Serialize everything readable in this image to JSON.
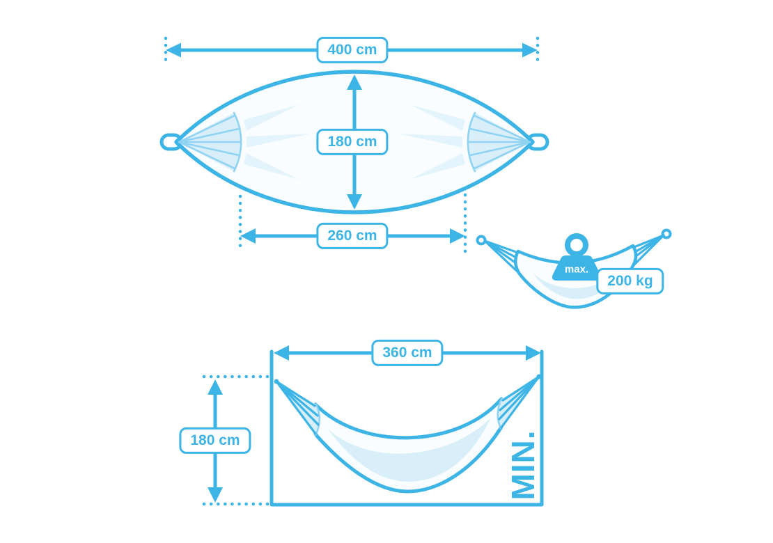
{
  "diagram": {
    "type": "hammock-dimension-diagram",
    "colors": {
      "primary": "#3CB4E5",
      "light_fill": "#D8EFFA",
      "fan_line": "#8FD2F1",
      "label_background": "#FFFFFF"
    },
    "flat_view": {
      "total_length_label": "400 cm",
      "width_label": "180 cm",
      "bed_length_label": "260 cm"
    },
    "load_view": {
      "max_label": "max.",
      "max_weight_label": "200 kg"
    },
    "hanging_view": {
      "span_label": "360 cm",
      "height_label": "180 cm",
      "minimum_label": "MIN."
    }
  }
}
